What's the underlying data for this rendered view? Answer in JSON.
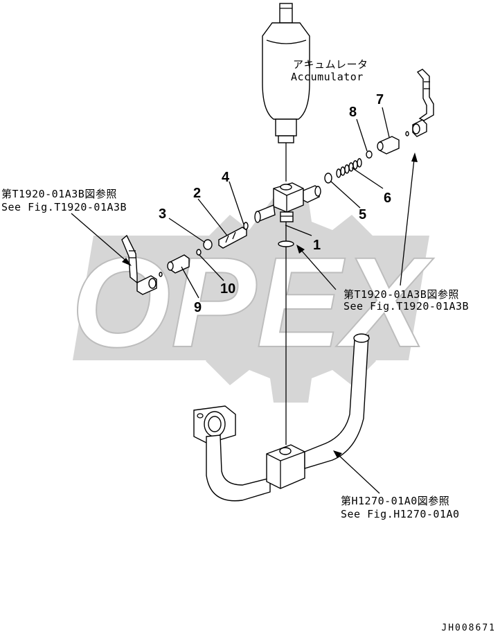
{
  "watermark": {
    "text": "OPEX",
    "color": "#d6d6d6"
  },
  "accumulator": {
    "label_jp": "アキュムレータ",
    "label_en": "Accumulator"
  },
  "part_numbers": [
    "1",
    "2",
    "3",
    "4",
    "5",
    "6",
    "7",
    "8",
    "9",
    "10"
  ],
  "references": {
    "left": {
      "jp": "第T1920-01A3B図参照",
      "en": "See Fig.T1920-01A3B"
    },
    "right": {
      "jp": "第T1920-01A3B図参照",
      "en": "See Fig.T1920-01A3B"
    },
    "bottom": {
      "jp": "第H1270-01A0図参照",
      "en": "See Fig.H1270-01A0"
    }
  },
  "drawing_code": "JH008671"
}
